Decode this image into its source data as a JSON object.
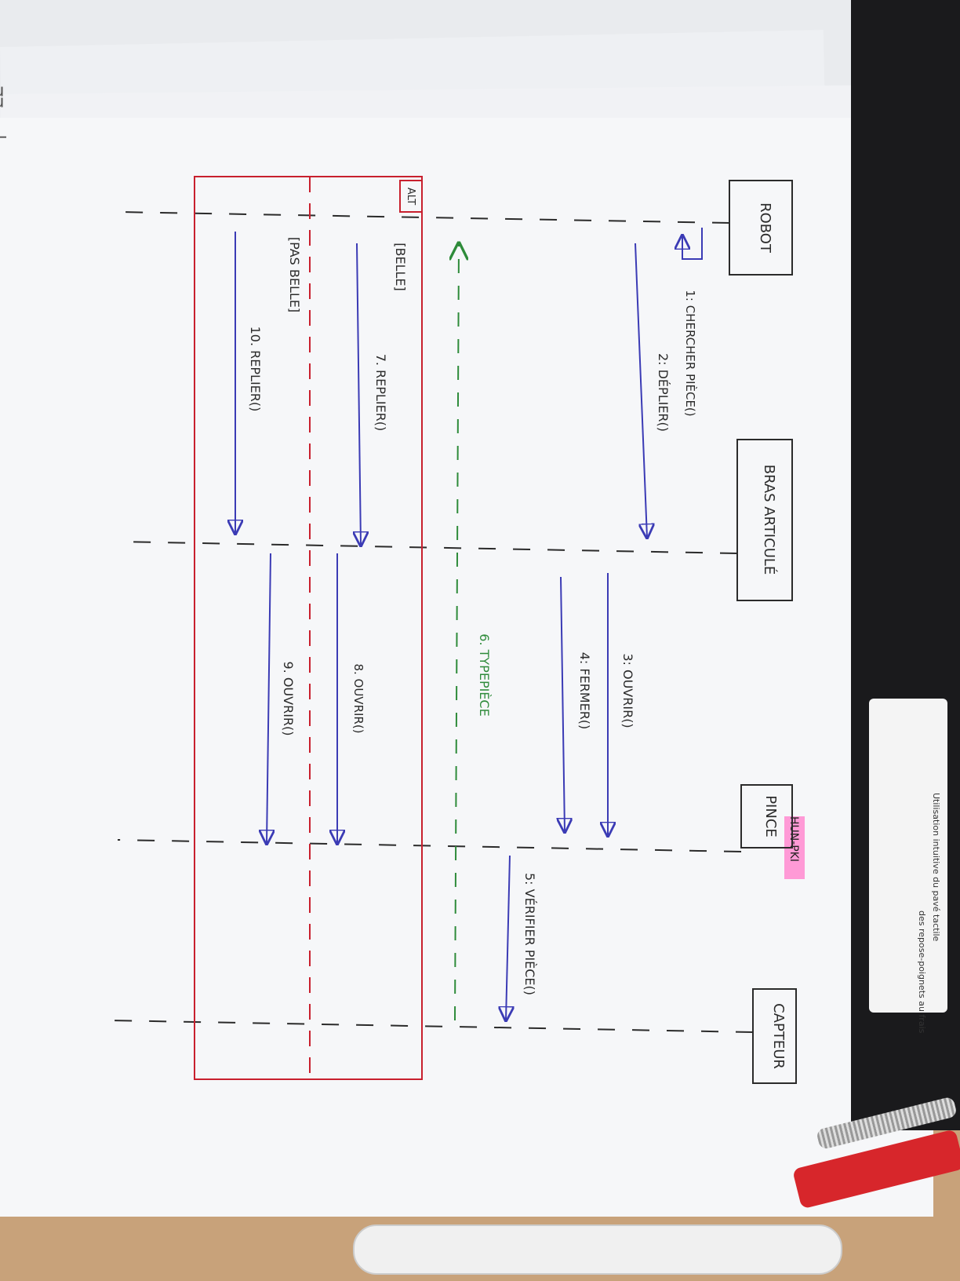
{
  "photo": {
    "corner_mark": "ᴟᴟ___|",
    "tag_text": "HUN-PKI",
    "sticker_line_1": "Utilisation intuitive du pavé tactile",
    "sticker_line_2": "des repose-poignets au frais"
  },
  "diagram": {
    "colors": {
      "black": "#2b2b2b",
      "blue": "#3b3bb5",
      "green": "#2e8b3a",
      "red": "#c8202e"
    },
    "lifelines": [
      {
        "id": "robot",
        "label": "ROBOT"
      },
      {
        "id": "bras",
        "label": "BRAS ARTICULÉ"
      },
      {
        "id": "pince",
        "label": "PINCE"
      },
      {
        "id": "capteur",
        "label": "CAPTEUR"
      }
    ],
    "messages": [
      {
        "label": "1: CHERCHER PIÈCE()",
        "from": "robot",
        "to": "robot",
        "type": "self"
      },
      {
        "label": "2: DÉPLIER()",
        "from": "robot",
        "to": "bras",
        "type": "sync"
      },
      {
        "label": "3: OUVRIR()",
        "from": "bras",
        "to": "pince",
        "type": "sync"
      },
      {
        "label": "4: FERMER()",
        "from": "bras",
        "to": "pince",
        "type": "sync"
      },
      {
        "label": "5: VÉRIFIER PIÈCE()",
        "from": "pince",
        "to": "capteur",
        "type": "sync"
      },
      {
        "label": "6. TYPEPIÈCE",
        "from": "capteur",
        "to": "robot",
        "type": "return"
      },
      {
        "label": "7. REPLIER()",
        "from": "robot",
        "to": "bras",
        "type": "sync"
      },
      {
        "label": "8. OUVRIR()",
        "from": "bras",
        "to": "pince",
        "type": "sync"
      },
      {
        "label": "9. OUVRIR()",
        "from": "bras",
        "to": "pince",
        "type": "sync"
      },
      {
        "label": "10. REPLIER()",
        "from": "robot",
        "to": "bras",
        "type": "sync"
      }
    ],
    "fragment": {
      "operator": "ALT",
      "guards": [
        "[BELLE]",
        "[PAS BELLE]"
      ]
    }
  }
}
